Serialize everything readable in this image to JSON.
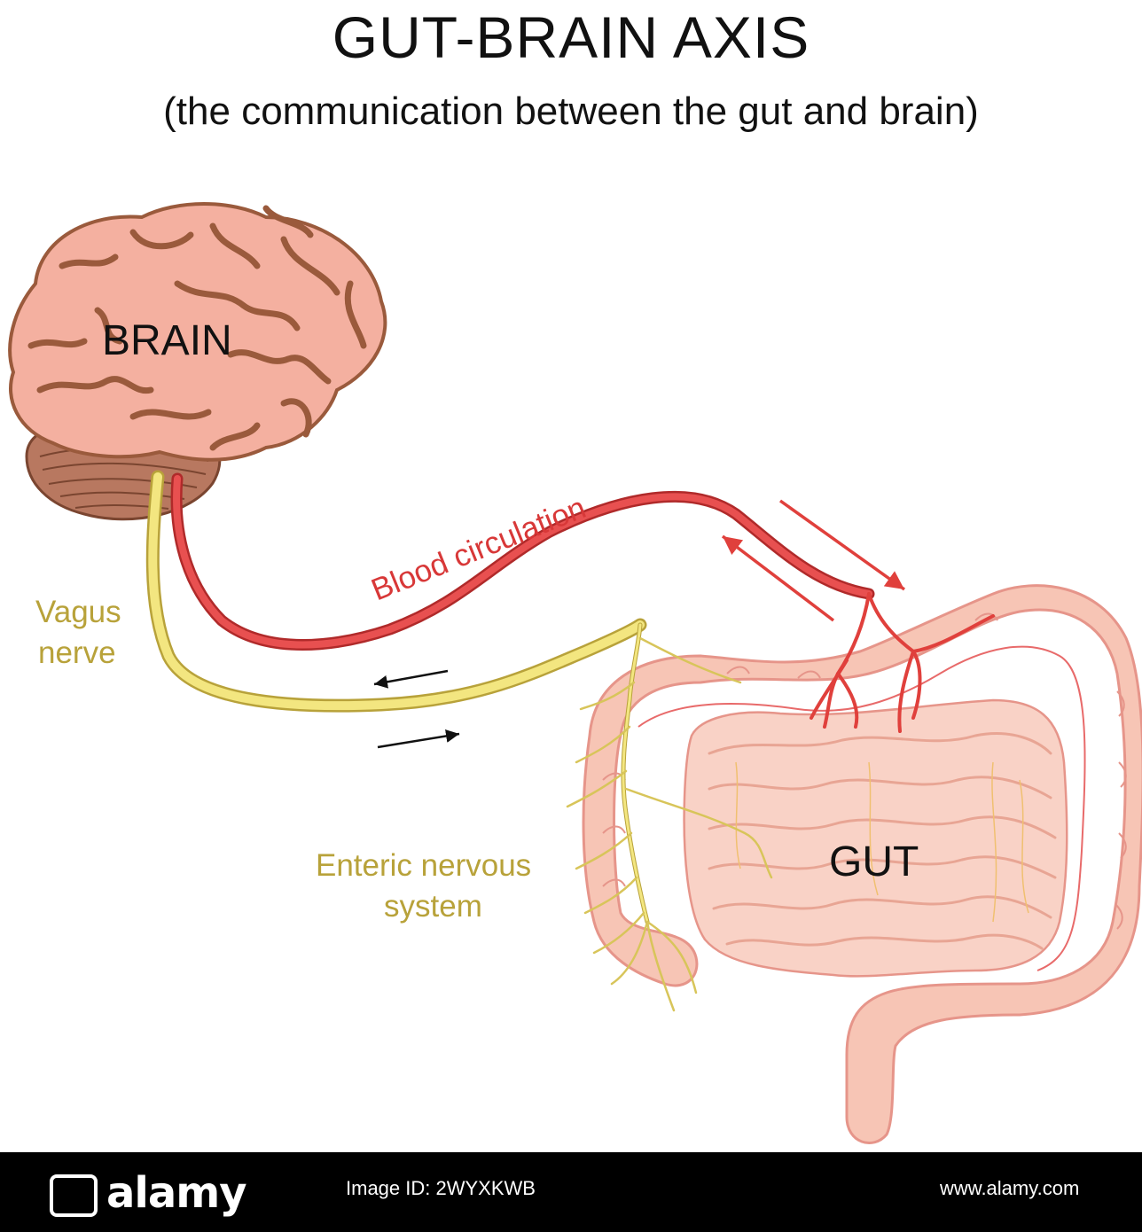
{
  "header": {
    "title": "GUT-BRAIN AXIS",
    "subtitle": "(the communication between the gut and brain)"
  },
  "labels": {
    "brain": "BRAIN",
    "gut": "GUT",
    "blood": "Blood circulation",
    "vagus_line1": "Vagus",
    "vagus_line2": "nerve",
    "enteric_line1": "Enteric nervous",
    "enteric_line2": "system"
  },
  "colors": {
    "brain_fill": "#f4b0a0",
    "brain_sulci": "#9a5a3c",
    "blood": "#e0403c",
    "nerve": "#efe07a",
    "nerve_label": "#b8a23a",
    "gut_fill": "#f7c5b5",
    "footer": "#000000"
  },
  "footer": {
    "watermark": "alamy",
    "left_id": "Image ID: 2WYXKWB",
    "right_url": "www.alamy.com"
  }
}
